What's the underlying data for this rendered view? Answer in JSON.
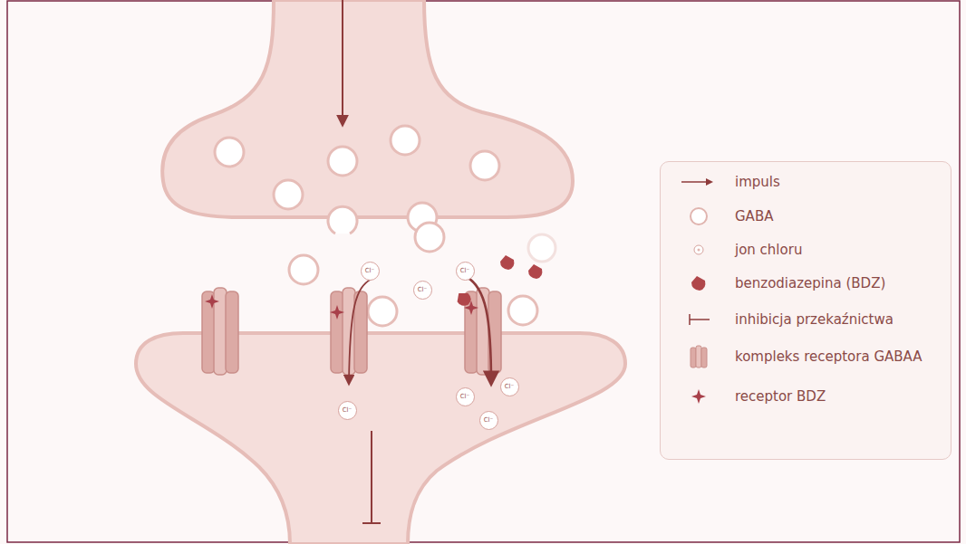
{
  "diagram": {
    "nodes": [
      {
        "text": [
          "Cl⁻"
        ]
      },
      {
        "text": [
          "Cl⁻"
        ]
      },
      {
        "text": [
          "Cl⁻"
        ]
      },
      {
        "text": [
          "Cl⁻"
        ]
      },
      {
        "text": [
          "Cl⁻"
        ]
      },
      {
        "text": [
          "Cl⁻"
        ]
      },
      {
        "text": [
          "Cl⁻"
        ]
      }
    ],
    "legend": [
      {
        "text": "impuls"
      },
      {
        "text": "GABA"
      },
      {
        "text": "jon chloru"
      },
      {
        "text": "benzodiazepina (BDZ)"
      },
      {
        "text": "inhibicja przekaźnictwa"
      },
      {
        "text": "kompleks receptora GABAA"
      },
      {
        "text": "receptor BDZ"
      }
    ]
  }
}
